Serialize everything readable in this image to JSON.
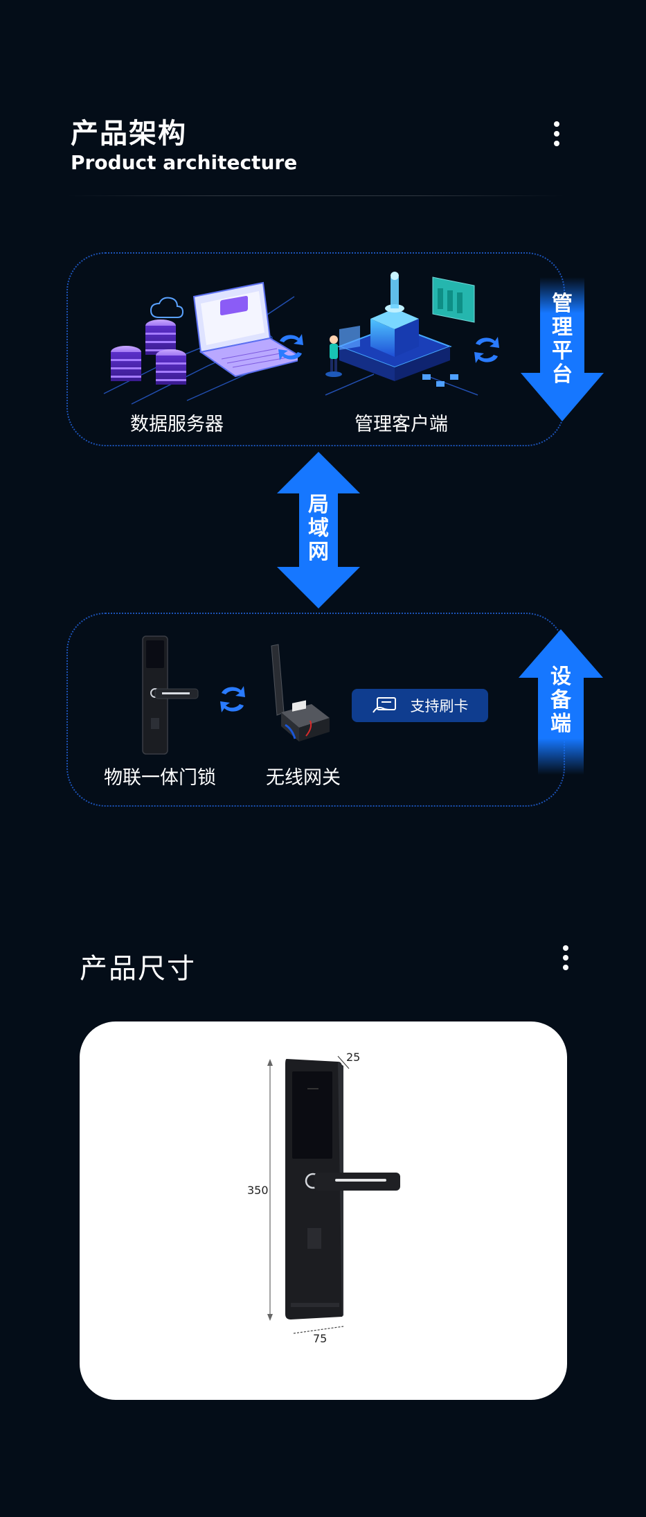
{
  "architecture": {
    "title_cn": "产品架构",
    "title_en": "Product architecture",
    "menu_icon": "more-vertical-icon",
    "mgmt_platform": {
      "nodes": [
        {
          "label": "数据服务器"
        },
        {
          "label": "管理客户端"
        }
      ],
      "arrow_label": [
        "管",
        "理",
        "平",
        "台"
      ]
    },
    "lan": {
      "arrow_label": [
        "局",
        "域",
        "网"
      ]
    },
    "device_end": {
      "nodes": [
        {
          "label": "物联一体门锁"
        },
        {
          "label": "无线网关"
        }
      ],
      "badge": {
        "icon": "card-swipe-icon",
        "label": "支持刷卡"
      },
      "arrow_label": [
        "设",
        "备",
        "端"
      ]
    }
  },
  "dimensions": {
    "title": "产品尺寸",
    "menu_icon": "more-vertical-icon",
    "depth": "25",
    "height": "350",
    "width": "75"
  },
  "colors": {
    "background": "#040d18",
    "accent_blue": "#1677ff",
    "panel_border": "#1c53b8",
    "badge_bg": "#0f3d8f"
  }
}
